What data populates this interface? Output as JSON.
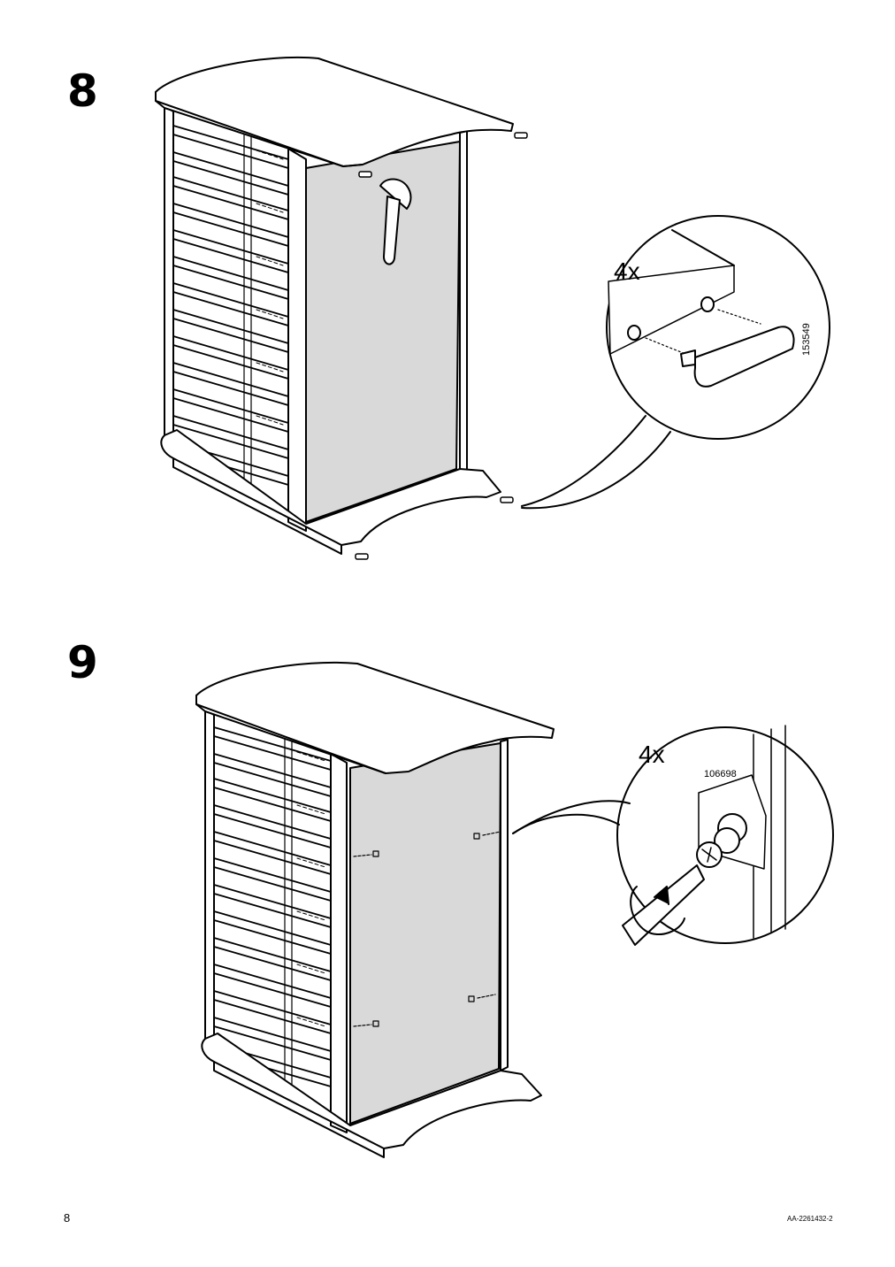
{
  "page": {
    "number": "8",
    "document_code": "AA-2261432-2"
  },
  "steps": [
    {
      "number": "8",
      "callout": {
        "quantity": "4x",
        "part_number": "153549"
      },
      "tool": "hammer-icon"
    },
    {
      "number": "9",
      "callout": {
        "quantity": "4x",
        "part_number": "106698"
      },
      "tool": "screwdriver-icon"
    }
  ],
  "colors": {
    "line": "#000000",
    "panel_fill": "#d9d9d9",
    "background": "#ffffff"
  }
}
